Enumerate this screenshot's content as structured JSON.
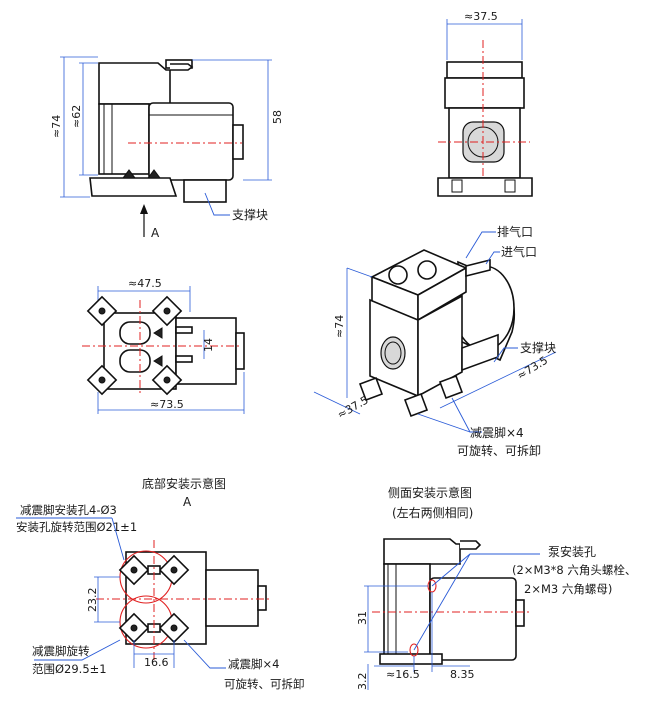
{
  "views": {
    "front": {
      "dim_height_total": "≈74",
      "dim_height_body": "≈62",
      "dim_height_right": "58",
      "support_label": "支撑块",
      "arrow_label": "A"
    },
    "side": {
      "dim_width": "≈37.5"
    },
    "top": {
      "dim_width_top": "≈47.5",
      "dim_width_bottom": "≈73.5",
      "dim_port_spacing": "14"
    },
    "iso": {
      "exhaust_label": "排气口",
      "intake_label": "进气口",
      "support_label": "支撑块",
      "dim_height": "≈74",
      "dim_width": "≈37.5",
      "dim_length": "≈73.5",
      "feet_label": "减震脚×4",
      "feet_note": "可旋转、可拆卸"
    },
    "bottom_install": {
      "title": "底部安装示意图",
      "subtitle": "A",
      "hole_label": "减震脚安装孔4-Ø3",
      "hole_range": "安装孔旋转范围Ø21±1",
      "dim_vertical": "23.2",
      "dim_horizontal": "16.6",
      "rotate_label": "减震脚旋转",
      "rotate_range": "范围Ø29.5±1",
      "feet_label": "减震脚×4",
      "feet_note": "可旋转、可拆卸"
    },
    "side_install": {
      "title": "侧面安装示意图",
      "subtitle": "(左右两侧相同)",
      "hole_label": "泵安装孔",
      "bolt_spec": "(2×M3*8 六角头螺栓、",
      "nut_spec": "2×M3 六角螺母)",
      "dim_31": "31",
      "dim_32": "3.2",
      "dim_165": "≈16.5",
      "dim_835": "8.35"
    }
  }
}
